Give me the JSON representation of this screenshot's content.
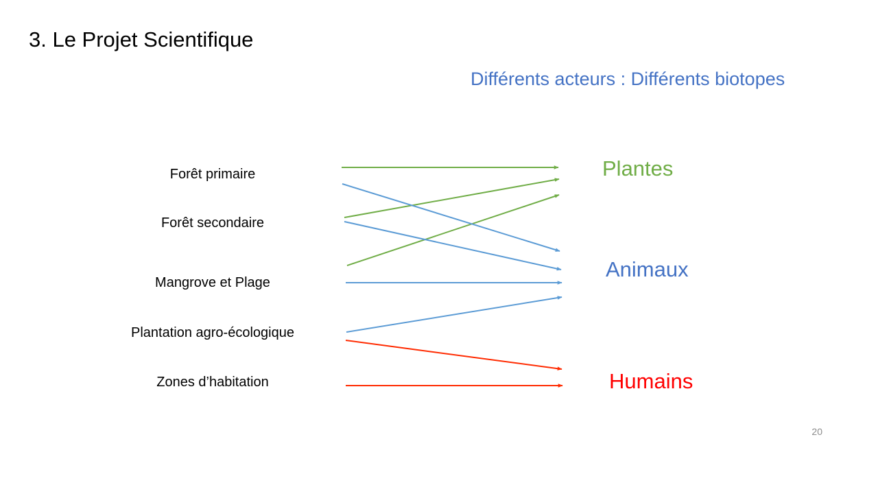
{
  "slide": {
    "title": "3. Le Projet Scientifique",
    "subtitle": "Différents acteurs : Différents biotopes",
    "page_number": "20"
  },
  "biotopes": [
    {
      "label": "Forêt primaire"
    },
    {
      "label": "Forêt secondaire"
    },
    {
      "label": "Mangrove et Plage"
    },
    {
      "label": "Plantation agro-écologique"
    },
    {
      "label": "Zones d’habitation"
    }
  ],
  "actors": [
    {
      "label": "Plantes"
    },
    {
      "label": "Animaux"
    },
    {
      "label": "Humains"
    }
  ],
  "colors": {
    "subtitle": "#4472c4",
    "plantes": "#70ad47",
    "animaux": "#4472c4",
    "humains": "#ff0000",
    "arrow_green": "#70ad47",
    "arrow_blue": "#5b9bd5",
    "arrow_red": "#ff2a00"
  },
  "links": [
    {
      "from": "Forêt primaire",
      "to": "Plantes"
    },
    {
      "from": "Forêt primaire",
      "to": "Animaux"
    },
    {
      "from": "Forêt secondaire",
      "to": "Plantes"
    },
    {
      "from": "Forêt secondaire",
      "to": "Animaux"
    },
    {
      "from": "Mangrove et Plage",
      "to": "Plantes"
    },
    {
      "from": "Mangrove et Plage",
      "to": "Animaux"
    },
    {
      "from": "Plantation agro-écologique",
      "to": "Animaux"
    },
    {
      "from": "Plantation agro-écologique",
      "to": "Humains"
    },
    {
      "from": "Zones d’habitation",
      "to": "Humains"
    }
  ]
}
